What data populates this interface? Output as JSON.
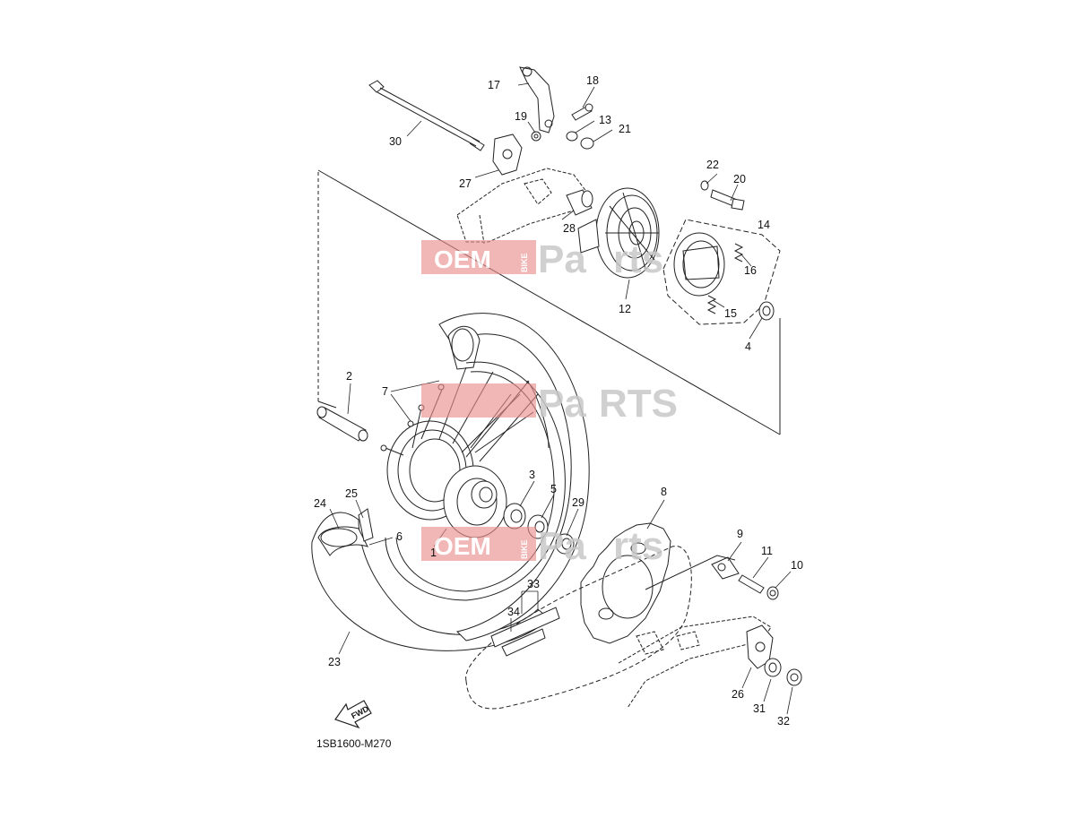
{
  "diagram": {
    "drawing_code": "1SB1600-M270",
    "direction_label": "FWD",
    "parts": [
      "1",
      "2",
      "3",
      "4",
      "5",
      "6",
      "7",
      "8",
      "9",
      "10",
      "11",
      "12",
      "13",
      "14",
      "15",
      "16",
      "17",
      "18",
      "19",
      "20",
      "21",
      "22",
      "23",
      "24",
      "25",
      "26",
      "27",
      "28",
      "29",
      "30",
      "31",
      "32",
      "33",
      "34"
    ]
  },
  "watermark": {
    "oem": "OEM",
    "bike": "BIKE",
    "pa": "Pa",
    "rts": "RTS",
    "rts_lower": "rts",
    "colors": {
      "box": "#e98c8c",
      "text_light": "#ffffff",
      "text_gray": "#c8c8c8"
    }
  }
}
